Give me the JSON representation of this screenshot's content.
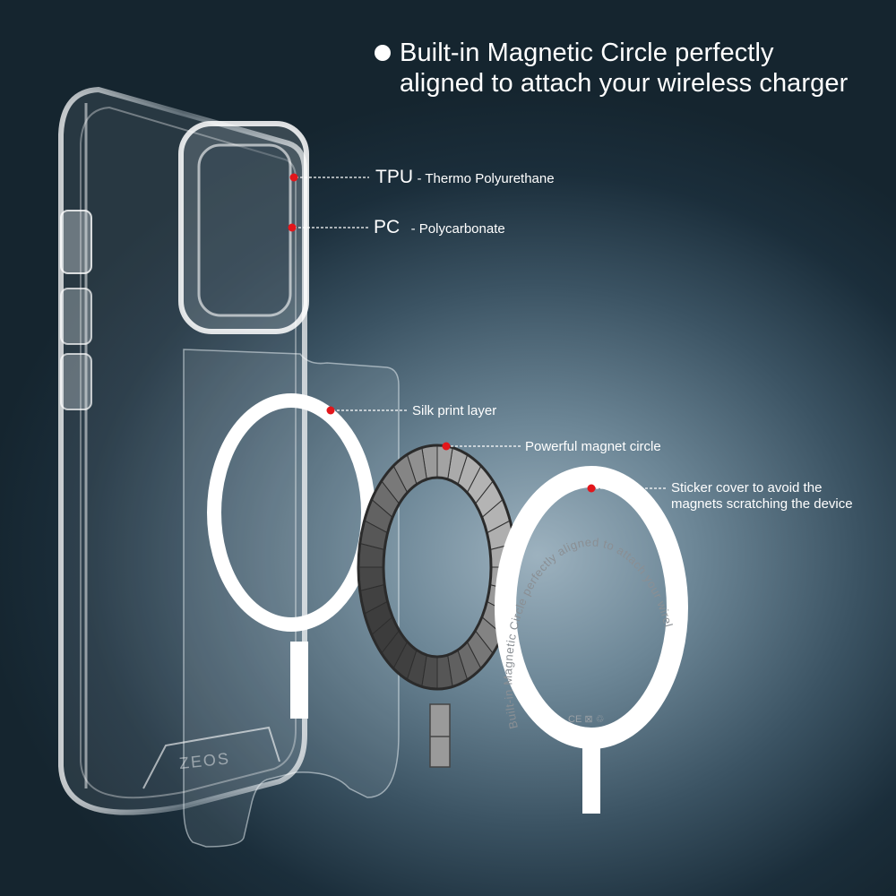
{
  "headline": {
    "line1": "Built-in Magnetic Circle perfectly",
    "line2": "aligned to attach your wireless charger"
  },
  "callouts": {
    "tpu": {
      "code": "TPU",
      "desc": "- Thermo Polyurethane"
    },
    "pc": {
      "code": "PC",
      "desc": "- Polycarbonate"
    },
    "silk": "Silk print layer",
    "magnet": "Powerful magnet circle",
    "sticker_line1": "Sticker cover to avoid the",
    "sticker_line2": "magnets scratching the device"
  },
  "sticker_ring_text": "Built-in Magnetic Circle perfectly aligned to attach your wireless charger • Made in China •",
  "case_logo": "ZEOS",
  "cert_marks": "CE  ⊠  ♲",
  "colors": {
    "marker": "#e3161b",
    "text": "#ffffff",
    "background_center": "#9db2bf",
    "background_edge": "#15252f"
  }
}
